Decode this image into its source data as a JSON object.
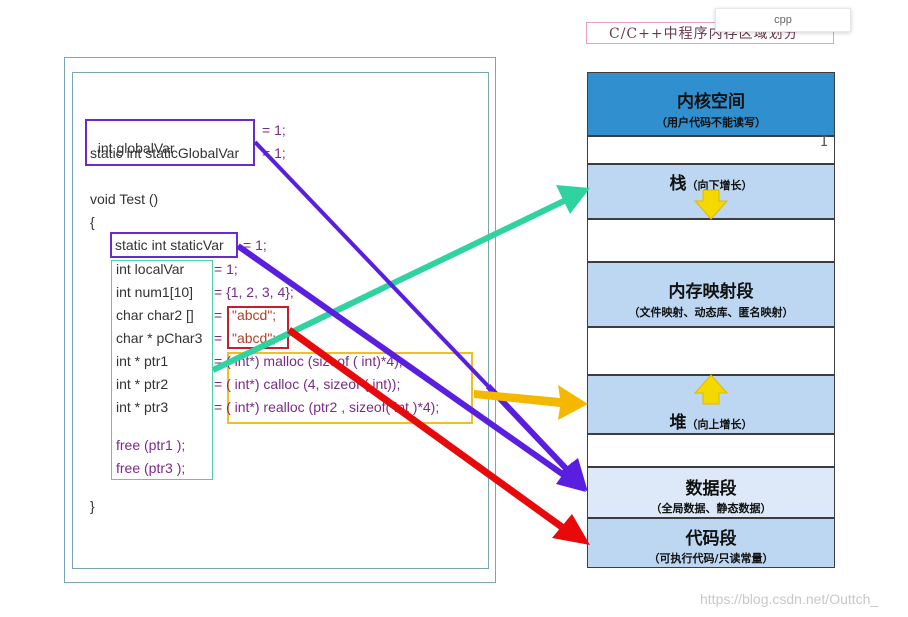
{
  "tab": {
    "label": "cpp"
  },
  "title": "C/C++中程序内存区域划分",
  "code": {
    "line1": {
      "a": "int globalVar",
      "b": "= 1;"
    },
    "line2": {
      "a": "static int staticGlobalVar",
      "b": "= 1;"
    },
    "line3": "void Test ()",
    "line4": "{",
    "line5": {
      "a": "static int staticVar",
      "b": "= 1;"
    },
    "line6": {
      "a": "int localVar",
      "b": "= 1;"
    },
    "line7": {
      "a": "int num1[10]",
      "b": "= {1, 2, 3, 4};"
    },
    "line8": {
      "a": "char char2 []",
      "b": "= ",
      "c": "\"abcd\";"
    },
    "line9": {
      "a": "char * pChar3",
      "b": "= ",
      "c": "\"abcd\";"
    },
    "line10": {
      "a": "int * ptr1",
      "b": "= ( int*) malloc (sizeof ( int)*4);"
    },
    "line11": {
      "a": "int * ptr2",
      "b": "= ( int*) calloc (4, sizeof ( int));"
    },
    "line12": {
      "a": "int * ptr3",
      "b": "= ( int*) realloc (ptr2 , sizeof( int )*4);"
    },
    "line13": "free (ptr1 );",
    "line14": "free (ptr3 );",
    "line15": "}"
  },
  "segments": {
    "kernel": {
      "title": "内核空间",
      "sub": "（用户代码不能读写）"
    },
    "stack": {
      "title": "栈",
      "sub": "（向下增长）"
    },
    "mmap": {
      "title": "内存映射段",
      "sub": "（文件映射、动态库、匿名映射）"
    },
    "heap": {
      "title": "堆",
      "sub": "（向上增长）"
    },
    "data": {
      "title": "数据段",
      "sub": "（全局数据、静态数据）"
    },
    "text": {
      "title": "代码段",
      "sub": "（可执行代码/只读常量）"
    }
  },
  "colors": {
    "kernel": "#2f8fcf",
    "stack": "#bdd7f2",
    "mmap": "#bdd7f2",
    "heap": "#bdd7f2",
    "data": "#dde9f8",
    "text": "#bdd7f2",
    "arrow_stack": "#2fd3a0",
    "arrow_data": "#5a1ee0",
    "arrow_heap": "#f5b800",
    "arrow_text": "#e80a0a"
  },
  "watermark": "https://blog.csdn.net/Outtch_"
}
